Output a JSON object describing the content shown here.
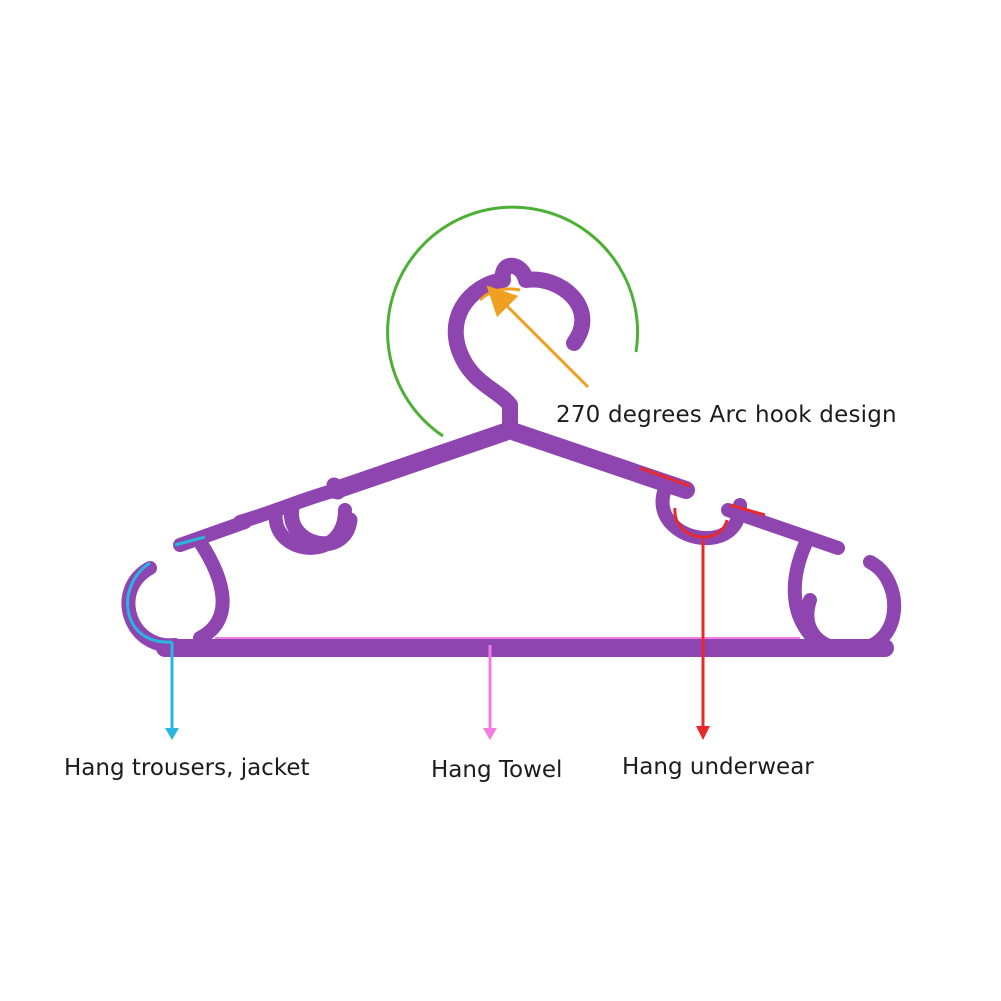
{
  "annotations": {
    "hook": "270 degrees Arc hook design",
    "trousers": "Hang trousers, jacket",
    "towel": "Hang Towel",
    "underwear": "Hang underwear"
  },
  "colors": {
    "hanger": "#8e45b0",
    "hanger_edge": "#6a2e86",
    "hook_arc": "#4cb034",
    "hook_arrow": "#f0a020",
    "trousers": "#29b6e0",
    "towel": "#f07ee0",
    "underwear": "#e8292b"
  }
}
